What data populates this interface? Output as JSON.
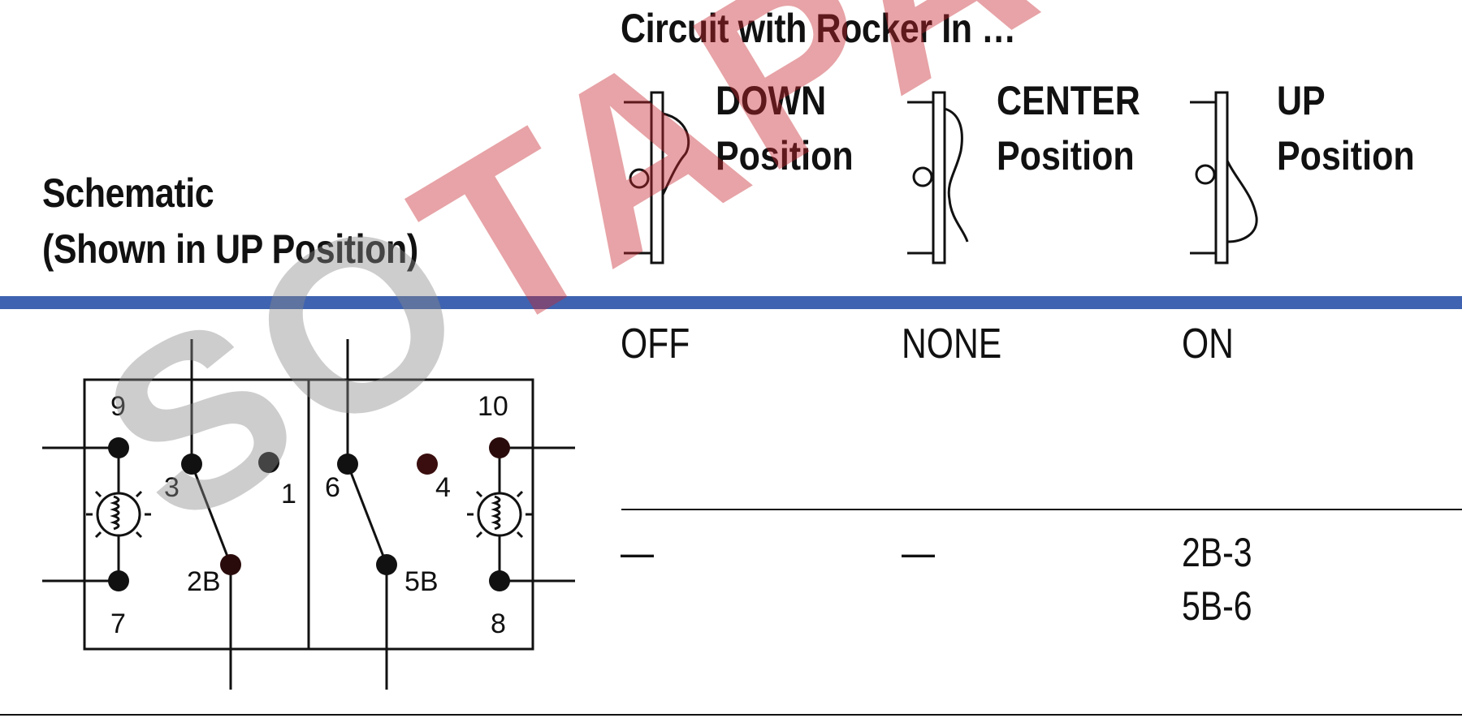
{
  "header": {
    "circuit_title": "Circuit with Rocker In …",
    "schematic_line1": "Schematic",
    "schematic_line2": "(Shown in UP Position)"
  },
  "positions": [
    {
      "name": "DOWN",
      "suffix": "Position",
      "state": "OFF",
      "circuits": [
        "—"
      ]
    },
    {
      "name": "CENTER",
      "suffix": "Position",
      "state": "NONE",
      "circuits": [
        "—"
      ]
    },
    {
      "name": "UP",
      "suffix": "Position",
      "state": "ON",
      "circuits": [
        "2B-3",
        "5B-6"
      ]
    }
  ],
  "schematic": {
    "terminals": [
      "9",
      "3",
      "1",
      "6",
      "4",
      "10",
      "2B",
      "5B",
      "7",
      "8"
    ]
  },
  "watermark": {
    "text": "SOTAPARTS.COM",
    "color_red": "#c8262f",
    "color_gray": "#8a8a8a"
  },
  "colors": {
    "rule_blue": "#3f63b0",
    "ink": "#111111"
  }
}
